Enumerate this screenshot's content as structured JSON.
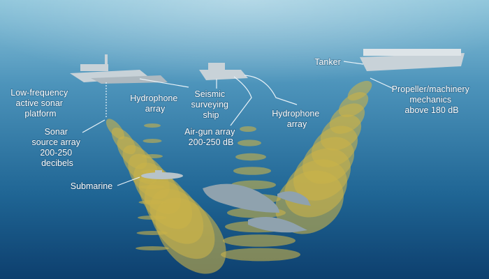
{
  "labels": {
    "sonar_platform": [
      "Low-frequency",
      "active sonar",
      "platform"
    ],
    "hydrophone_left": [
      "Hydrophone",
      "array"
    ],
    "seismic_ship": [
      "Seismic",
      "surveying",
      "ship"
    ],
    "tanker": "Tanker",
    "propeller": [
      "Propeller/machinery",
      "mechanics",
      "above 180 dB"
    ],
    "sonar_source": [
      "Sonar",
      "source array",
      "200-250",
      "decibels"
    ],
    "air_gun": [
      "Air-gun array",
      "200-250 dB"
    ],
    "hydrophone_right": [
      "Hydrophone",
      "array"
    ],
    "submarine": "Submarine"
  },
  "colors": {
    "water_top": "#9fcfe0",
    "water_mid": "#3f86b0",
    "water_bottom": "#0d3f6e",
    "sound_wave": "#c9b24a",
    "vessel": "#c8d2d8",
    "whale": "#8fa2ae"
  }
}
